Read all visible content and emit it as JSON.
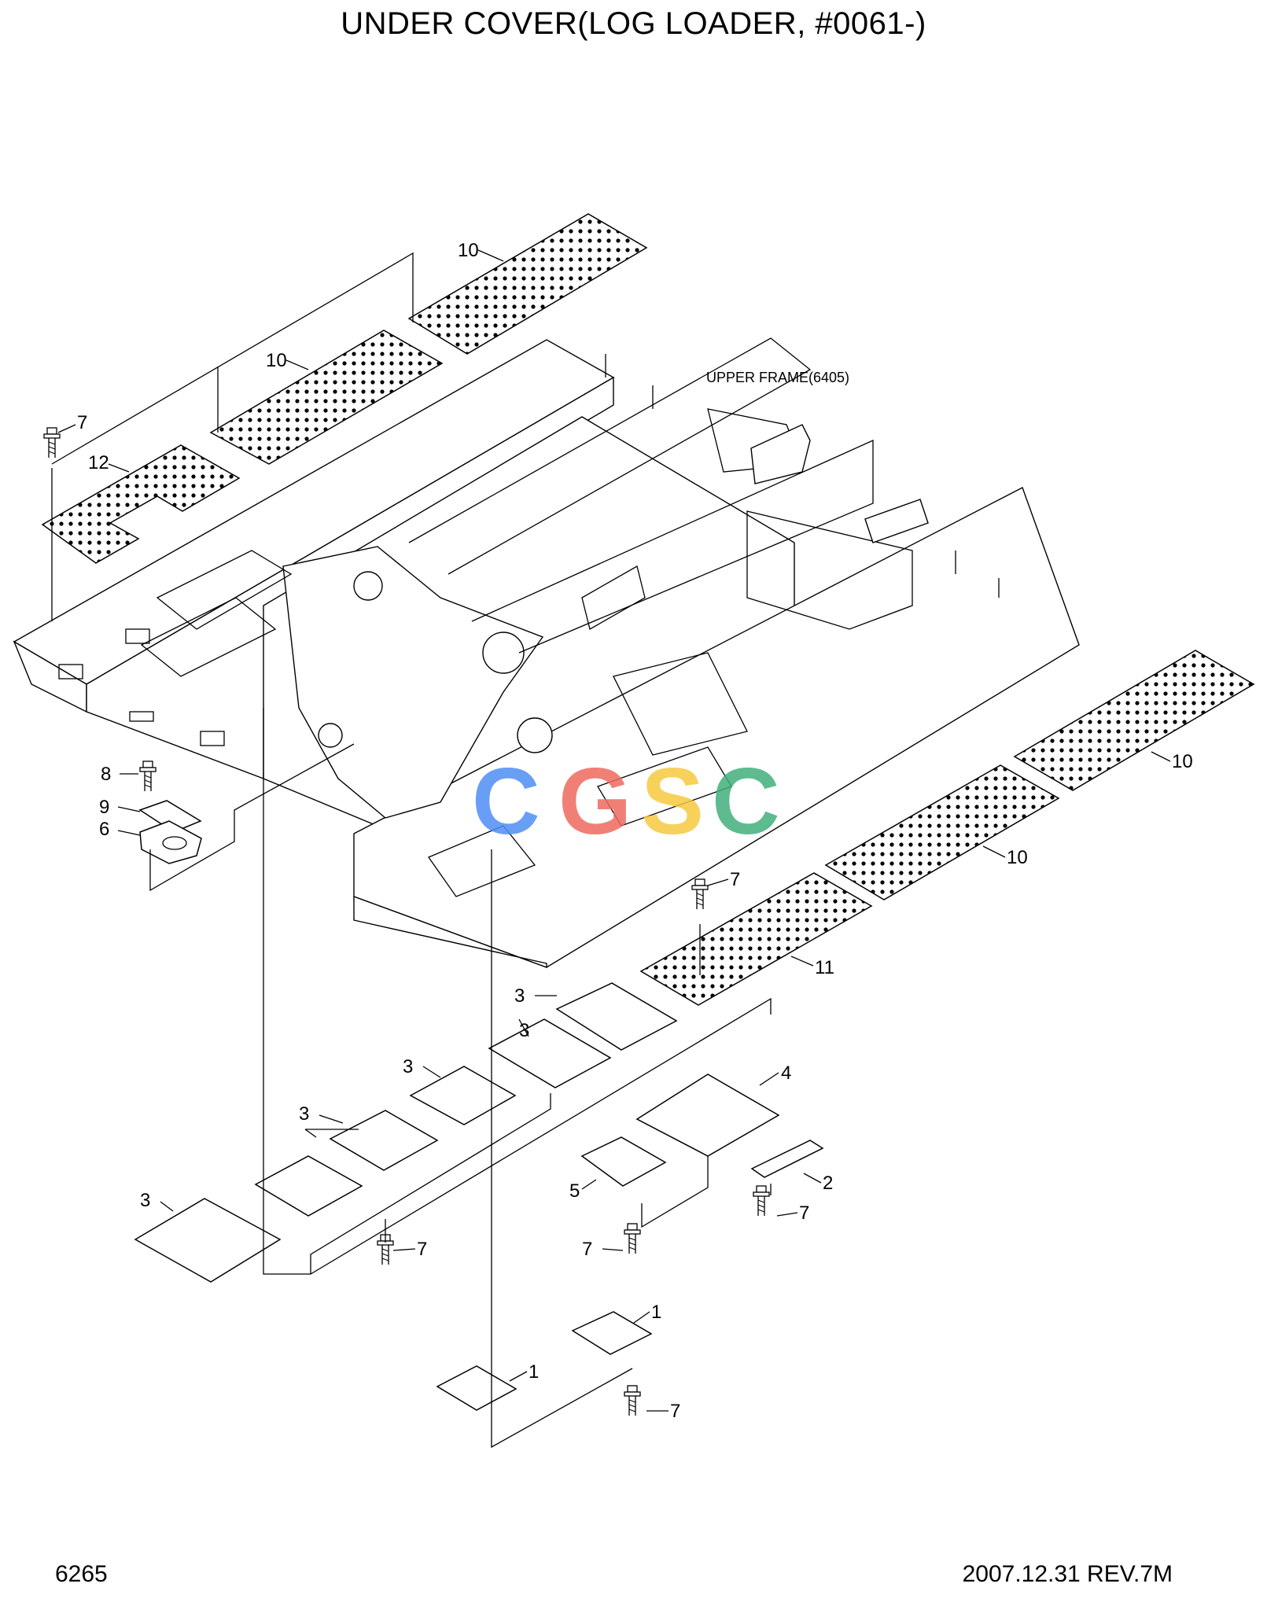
{
  "title": "UNDER COVER(LOG LOADER, #0061-)",
  "footer": {
    "page_number": "6265",
    "revision": "2007.12.31 REV.7M"
  },
  "diagram_note": "UPPER FRAME(6405)",
  "watermark": {
    "text": "CGSC",
    "colors": [
      "#4f8ef5",
      "#ee6a5f",
      "#f6c940",
      "#43b07c"
    ]
  },
  "callouts": {
    "c10a": "10",
    "c10b": "10",
    "c10c": "10",
    "c10d": "10",
    "c12": "12",
    "c11": "11",
    "c7a": "7",
    "c7b": "7",
    "c7c": "7",
    "c7d": "7",
    "c7e": "7",
    "c7f": "7",
    "c8": "8",
    "c9": "9",
    "c6": "6",
    "c3a": "3",
    "c3b": "3",
    "c3c": "3",
    "c3d": "3",
    "c3e": "3",
    "c4": "4",
    "c5": "5",
    "c2": "2",
    "c1a": "1",
    "c1b": "1"
  }
}
